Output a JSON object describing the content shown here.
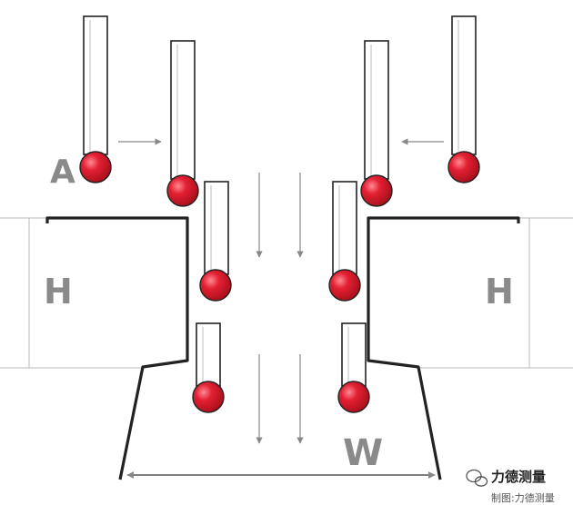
{
  "colors": {
    "ball": "#d61a2a",
    "stylus": "#ffffff",
    "outline": "#222222",
    "guide": "#b9b9b9",
    "arrow": "#888888",
    "label": "#8a8a8a"
  },
  "icons": [
    "probe-stylus-icon",
    "wechat-icon"
  ],
  "labels": {
    "a": "A",
    "h_left": "H",
    "h_right": "H",
    "w": "W"
  },
  "watermark": {
    "brand": "力德测量",
    "credit": "制图:力德测量"
  }
}
